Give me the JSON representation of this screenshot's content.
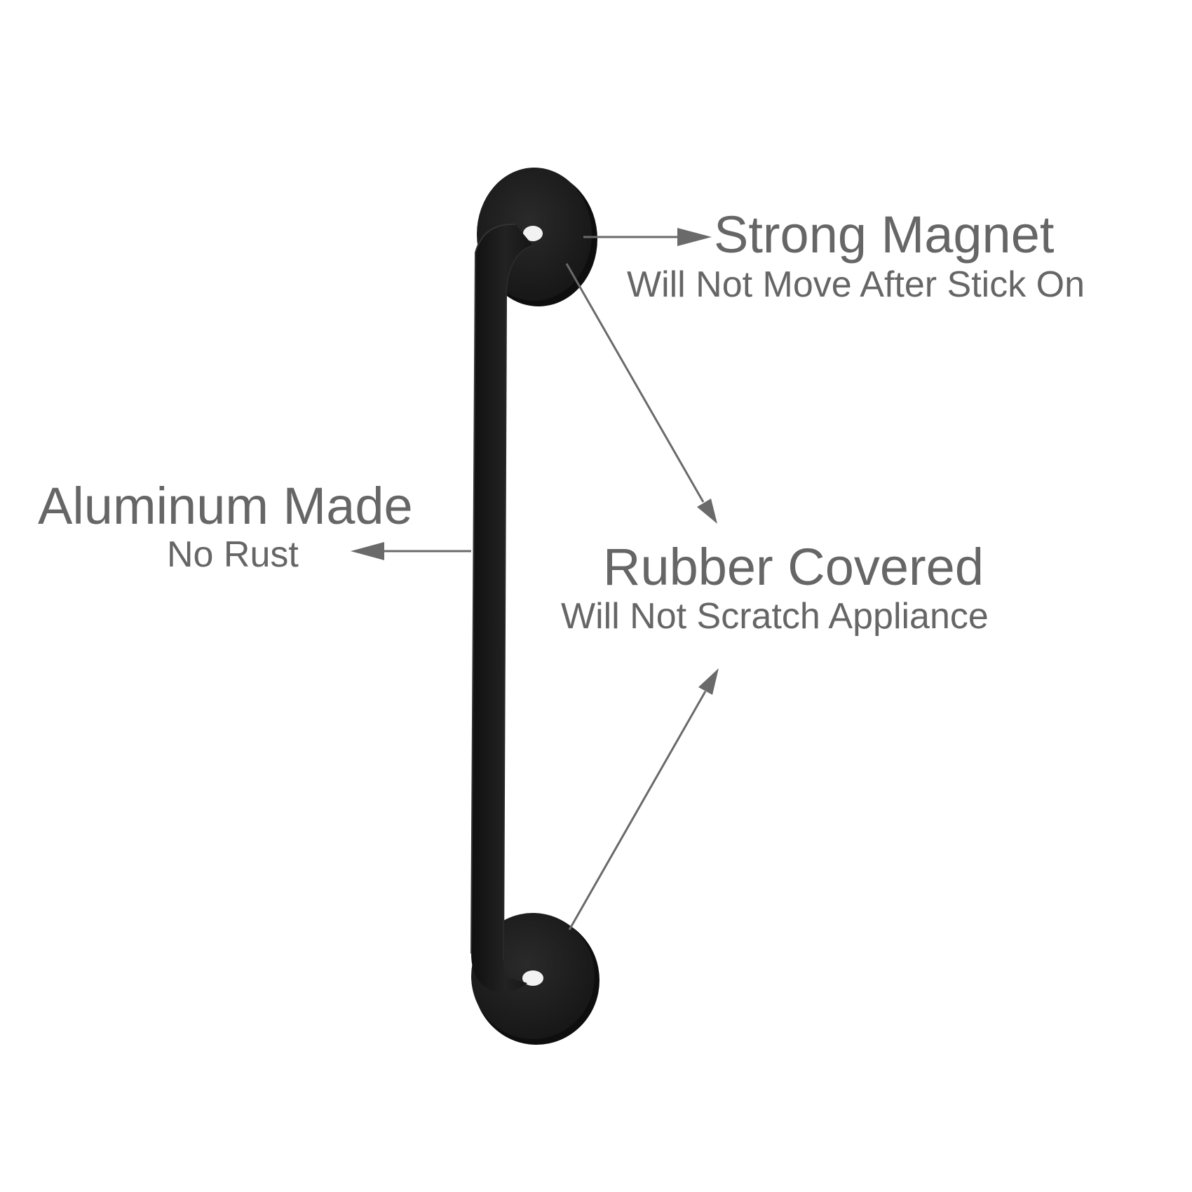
{
  "colors": {
    "background": "#ffffff",
    "text": "#666666",
    "arrow": "#6a6a6a",
    "product": "#1b1b1b",
    "product_edge": "#333333"
  },
  "callouts": {
    "strong_magnet": {
      "title": "Strong Magnet",
      "subtitle": "Will Not Move After Stick On"
    },
    "aluminum": {
      "title": "Aluminum Made",
      "subtitle": "No Rust"
    },
    "rubber": {
      "title": "Rubber Covered",
      "subtitle": "Will Not Scratch Appliance"
    }
  }
}
